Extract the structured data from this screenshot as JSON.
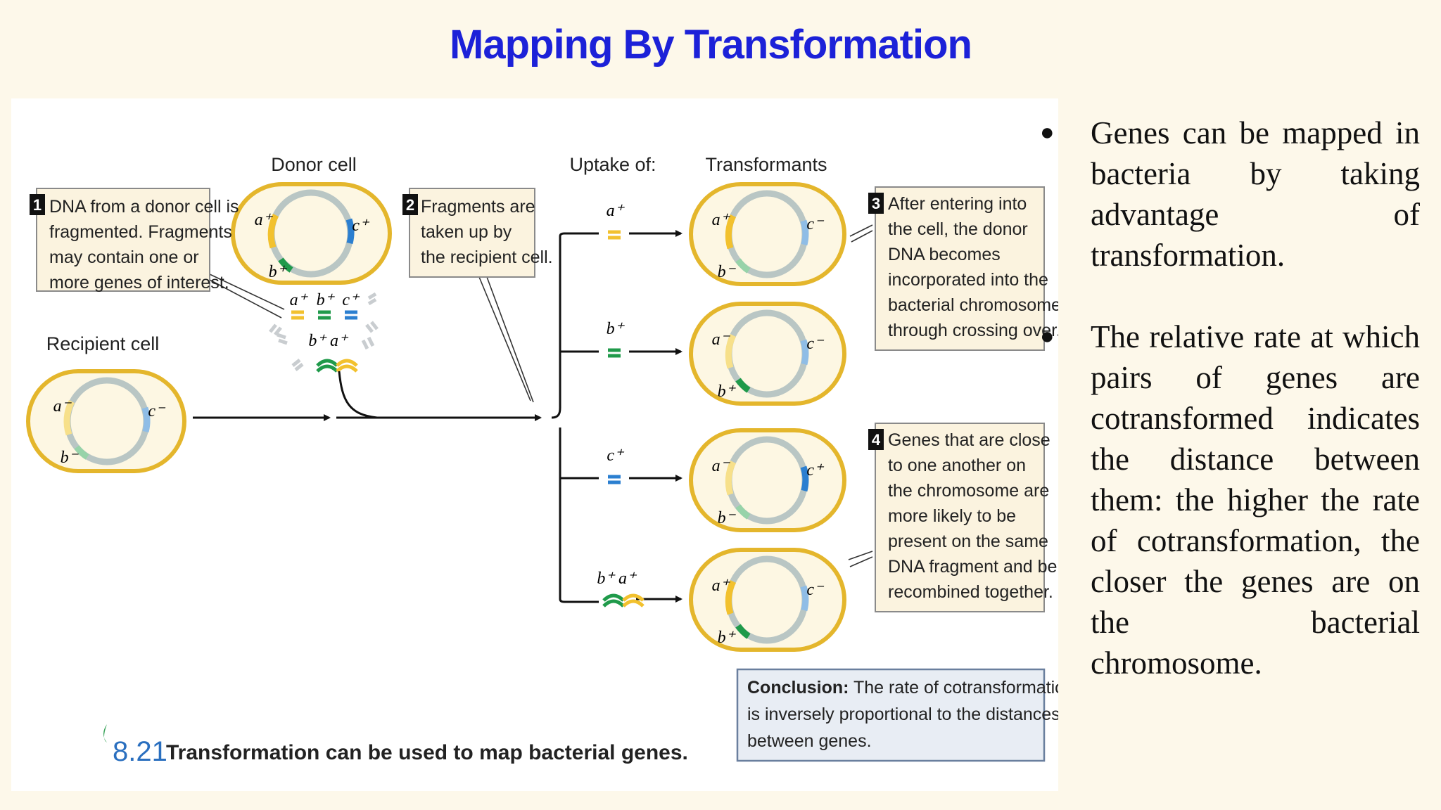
{
  "slide": {
    "title": "Mapping By Transformation"
  },
  "bullets": [
    {
      "text": "Genes can be mapped in bacteria by taking advantage of transformation."
    },
    {
      "text": "The relative rate at which pairs of genes are cotransformed indicates the distance between them: the higher the rate of cotransformation, the closer the genes are on the bacterial chromosome."
    }
  ],
  "figure": {
    "labels": {
      "donor_cell": "Donor cell",
      "recipient_cell": "Recipient cell",
      "uptake_of": "Uptake of:",
      "transformants": "Transformants"
    },
    "steps": [
      {
        "number": "1",
        "lines": [
          "DNA from a donor cell is",
          "fragmented. Fragments",
          "may contain one or",
          "more genes of interest."
        ]
      },
      {
        "number": "2",
        "lines": [
          "Fragments are",
          "taken up by",
          "the recipient cell."
        ]
      },
      {
        "number": "3",
        "lines": [
          "After entering into",
          "the cell, the donor",
          "DNA becomes",
          "incorporated into the",
          "bacterial chromosome",
          "through crossing over."
        ]
      },
      {
        "number": "4",
        "lines": [
          "Genes that are close",
          "to one another on",
          "the chromosome are",
          "more likely to be",
          "present on the same",
          "DNA fragment and be",
          "recombined together."
        ]
      }
    ],
    "conclusion": {
      "bold": "Conclusion:",
      "lines": [
        "The rate of cotransformation",
        "is inversely proportional to the distances",
        "between genes."
      ]
    },
    "caption": {
      "number": "8.21",
      "text": "Transformation can be used to map bacterial genes."
    },
    "gene_labels": {
      "a_plus": "a⁺",
      "b_plus": "b⁺",
      "c_plus": "c⁺",
      "a_minus": "a⁻",
      "b_minus": "b⁻",
      "c_minus": "c⁻",
      "b_plus_a_plus": "b⁺ a⁺"
    }
  },
  "colors": {
    "title": "#1c21d8",
    "cell_border": "#e4b62c",
    "cell_fill": "#fdf7e3",
    "gene_a": "#f2c12e",
    "gene_b": "#1f9a4a",
    "gene_c": "#2b7fd0",
    "callout_fill": "#fbf3df",
    "conclusion_fill": "#e8edf4"
  }
}
